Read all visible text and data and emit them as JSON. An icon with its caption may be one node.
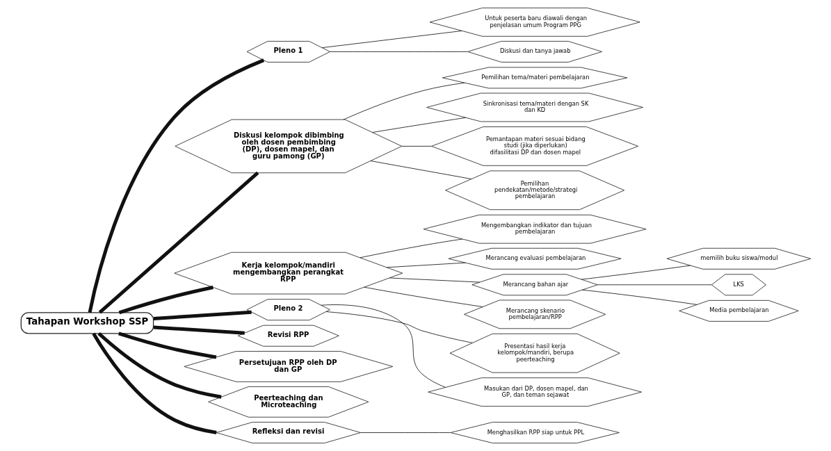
{
  "diagram": {
    "nodes": [
      {
        "text": [
          "Tahapan Workshop SSP"
        ]
      },
      {
        "text": [
          "Pleno 1"
        ]
      },
      {
        "text": [
          "Untuk peserta baru diawali dengan penjelasan umum Program PPG"
        ]
      },
      {
        "text": [
          "Diskusi dan tanya jawab"
        ]
      },
      {
        "text": [
          "Diskusi kelompok dibimbing oleh dosen pembimbing (DP), dosen mapel, dan guru pamong (GP)"
        ]
      },
      {
        "text": [
          "Pemilihan tema/materi pembelajaran"
        ]
      },
      {
        "text": [
          "Sinkronisasi tema/materi dengan SK dan KD"
        ]
      },
      {
        "text": [
          "Pemantapan materi sesuai bidang studi (jika diperlukan) difasilitasi DP dan dosen mapel"
        ]
      },
      {
        "text": [
          "Pemilihan pendekatan/metode/strategi pembelajaran"
        ]
      },
      {
        "text": [
          "Kerja kelompok/mandiri mengembangkan perangkat RPP"
        ]
      },
      {
        "text": [
          "Mengembangkan indikator dan tujuan pembelajaran"
        ]
      },
      {
        "text": [
          "Merancang evaluasi pembelajaran"
        ]
      },
      {
        "text": [
          "Merancang bahan ajar"
        ]
      },
      {
        "text": [
          "memilih buku siswa/modul"
        ]
      },
      {
        "text": [
          "LKS"
        ]
      },
      {
        "text": [
          "Media pembelajaran"
        ]
      },
      {
        "text": [
          "Merancang skenario pembelajaran/RPP"
        ]
      },
      {
        "text": [
          "Pleno 2"
        ]
      },
      {
        "text": [
          "Presentasi hasil kerja kelompok/mandiri, berupa peerteaching"
        ]
      },
      {
        "text": [
          "Masukan dari DP, dosen mapel, dan GP, dan teman sejawat"
        ]
      },
      {
        "text": [
          "Revisi RPP"
        ]
      },
      {
        "text": [
          "Persetujuan RPP oleh DP dan GP"
        ]
      },
      {
        "text": [
          "Peerteaching dan Microteaching"
        ]
      },
      {
        "text": [
          "Refleksi dan revisi"
        ]
      },
      {
        "text": [
          "Menghasilkan RPP siap untuk PPL"
        ]
      }
    ],
    "edges": [
      {
        "from": 0,
        "to": 1,
        "arrow": "none",
        "style": "thick"
      },
      {
        "from": 1,
        "to": 2,
        "arrow": "none"
      },
      {
        "from": 1,
        "to": 3,
        "arrow": "none"
      },
      {
        "from": 0,
        "to": 4,
        "arrow": "none",
        "style": "thick"
      },
      {
        "from": 4,
        "to": 5,
        "arrow": "none"
      },
      {
        "from": 4,
        "to": 6,
        "arrow": "none"
      },
      {
        "from": 4,
        "to": 7,
        "arrow": "none"
      },
      {
        "from": 4,
        "to": 8,
        "arrow": "none"
      },
      {
        "from": 0,
        "to": 9,
        "arrow": "none",
        "style": "thick"
      },
      {
        "from": 9,
        "to": 10,
        "arrow": "none"
      },
      {
        "from": 9,
        "to": 11,
        "arrow": "none"
      },
      {
        "from": 9,
        "to": 12,
        "arrow": "none"
      },
      {
        "from": 12,
        "to": 13,
        "arrow": "none"
      },
      {
        "from": 12,
        "to": 14,
        "arrow": "none"
      },
      {
        "from": 12,
        "to": 15,
        "arrow": "none"
      },
      {
        "from": 9,
        "to": 16,
        "arrow": "none"
      },
      {
        "from": 0,
        "to": 17,
        "arrow": "none",
        "style": "thick"
      },
      {
        "from": 17,
        "to": 18,
        "arrow": "none"
      },
      {
        "from": 17,
        "to": 19,
        "arrow": "none"
      },
      {
        "from": 0,
        "to": 20,
        "arrow": "none",
        "style": "thick"
      },
      {
        "from": 0,
        "to": 21,
        "arrow": "none",
        "style": "thick"
      },
      {
        "from": 0,
        "to": 22,
        "arrow": "none",
        "style": "thick"
      },
      {
        "from": 0,
        "to": 23,
        "arrow": "none",
        "style": "thick"
      },
      {
        "from": 23,
        "to": 24,
        "arrow": "none"
      }
    ]
  }
}
